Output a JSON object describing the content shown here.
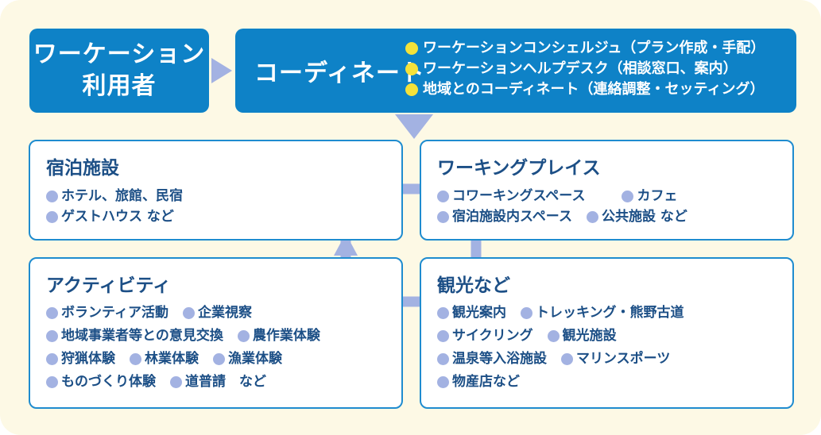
{
  "user": {
    "line1": "ワーケーション",
    "line2": "利用者"
  },
  "coordinate": {
    "title": "コーディネート",
    "items": [
      "ワーケーションコンシェルジュ（プラン作成・手配）",
      "ワーケーションヘルプデスク（相談窓口、案内）",
      "地域とのコーディネート（連絡調整・セッティング）"
    ]
  },
  "lodging": {
    "title": "宿泊施設",
    "rows": [
      [
        "ホテル、旅館、民宿"
      ],
      [
        "ゲストハウス など"
      ]
    ]
  },
  "working_place": {
    "title": "ワーキングプレイス",
    "rows": [
      [
        "コワーキングスペース",
        "カフェ"
      ],
      [
        "宿泊施設内スペース",
        "公共施設 など"
      ]
    ]
  },
  "activity": {
    "title": "アクティビティ",
    "rows": [
      [
        "ボランティア活動",
        "企業視察"
      ],
      [
        "地域事業者等との意見交換",
        "農作業体験"
      ],
      [
        "狩猟体験",
        "林業体験",
        "漁業体験"
      ],
      [
        "ものづくり体験",
        "道普請　など"
      ]
    ]
  },
  "sightseeing": {
    "title": "観光など",
    "rows": [
      [
        "観光案内",
        "トレッキング・熊野古道"
      ],
      [
        "サイクリング",
        "観光施設"
      ],
      [
        "温泉等入浴施設",
        "マリンスポーツ"
      ],
      [
        "物産店など"
      ]
    ]
  },
  "colors": {
    "frame": "#fdf9e5",
    "header_box": "#0e82c7",
    "card_border": "#1f8ccf",
    "card_text": "#1c4f86",
    "yellow_bullet": "#f4e23a",
    "blue_bullet": "#a3b2e2",
    "connector": "#a3b2e2"
  },
  "icons": {
    "arrow_right": "triangle-right-icon",
    "arrow_down": "triangle-down-icon",
    "arrow_up": "triangle-up-icon",
    "bullet": "circle-bullet-icon"
  }
}
